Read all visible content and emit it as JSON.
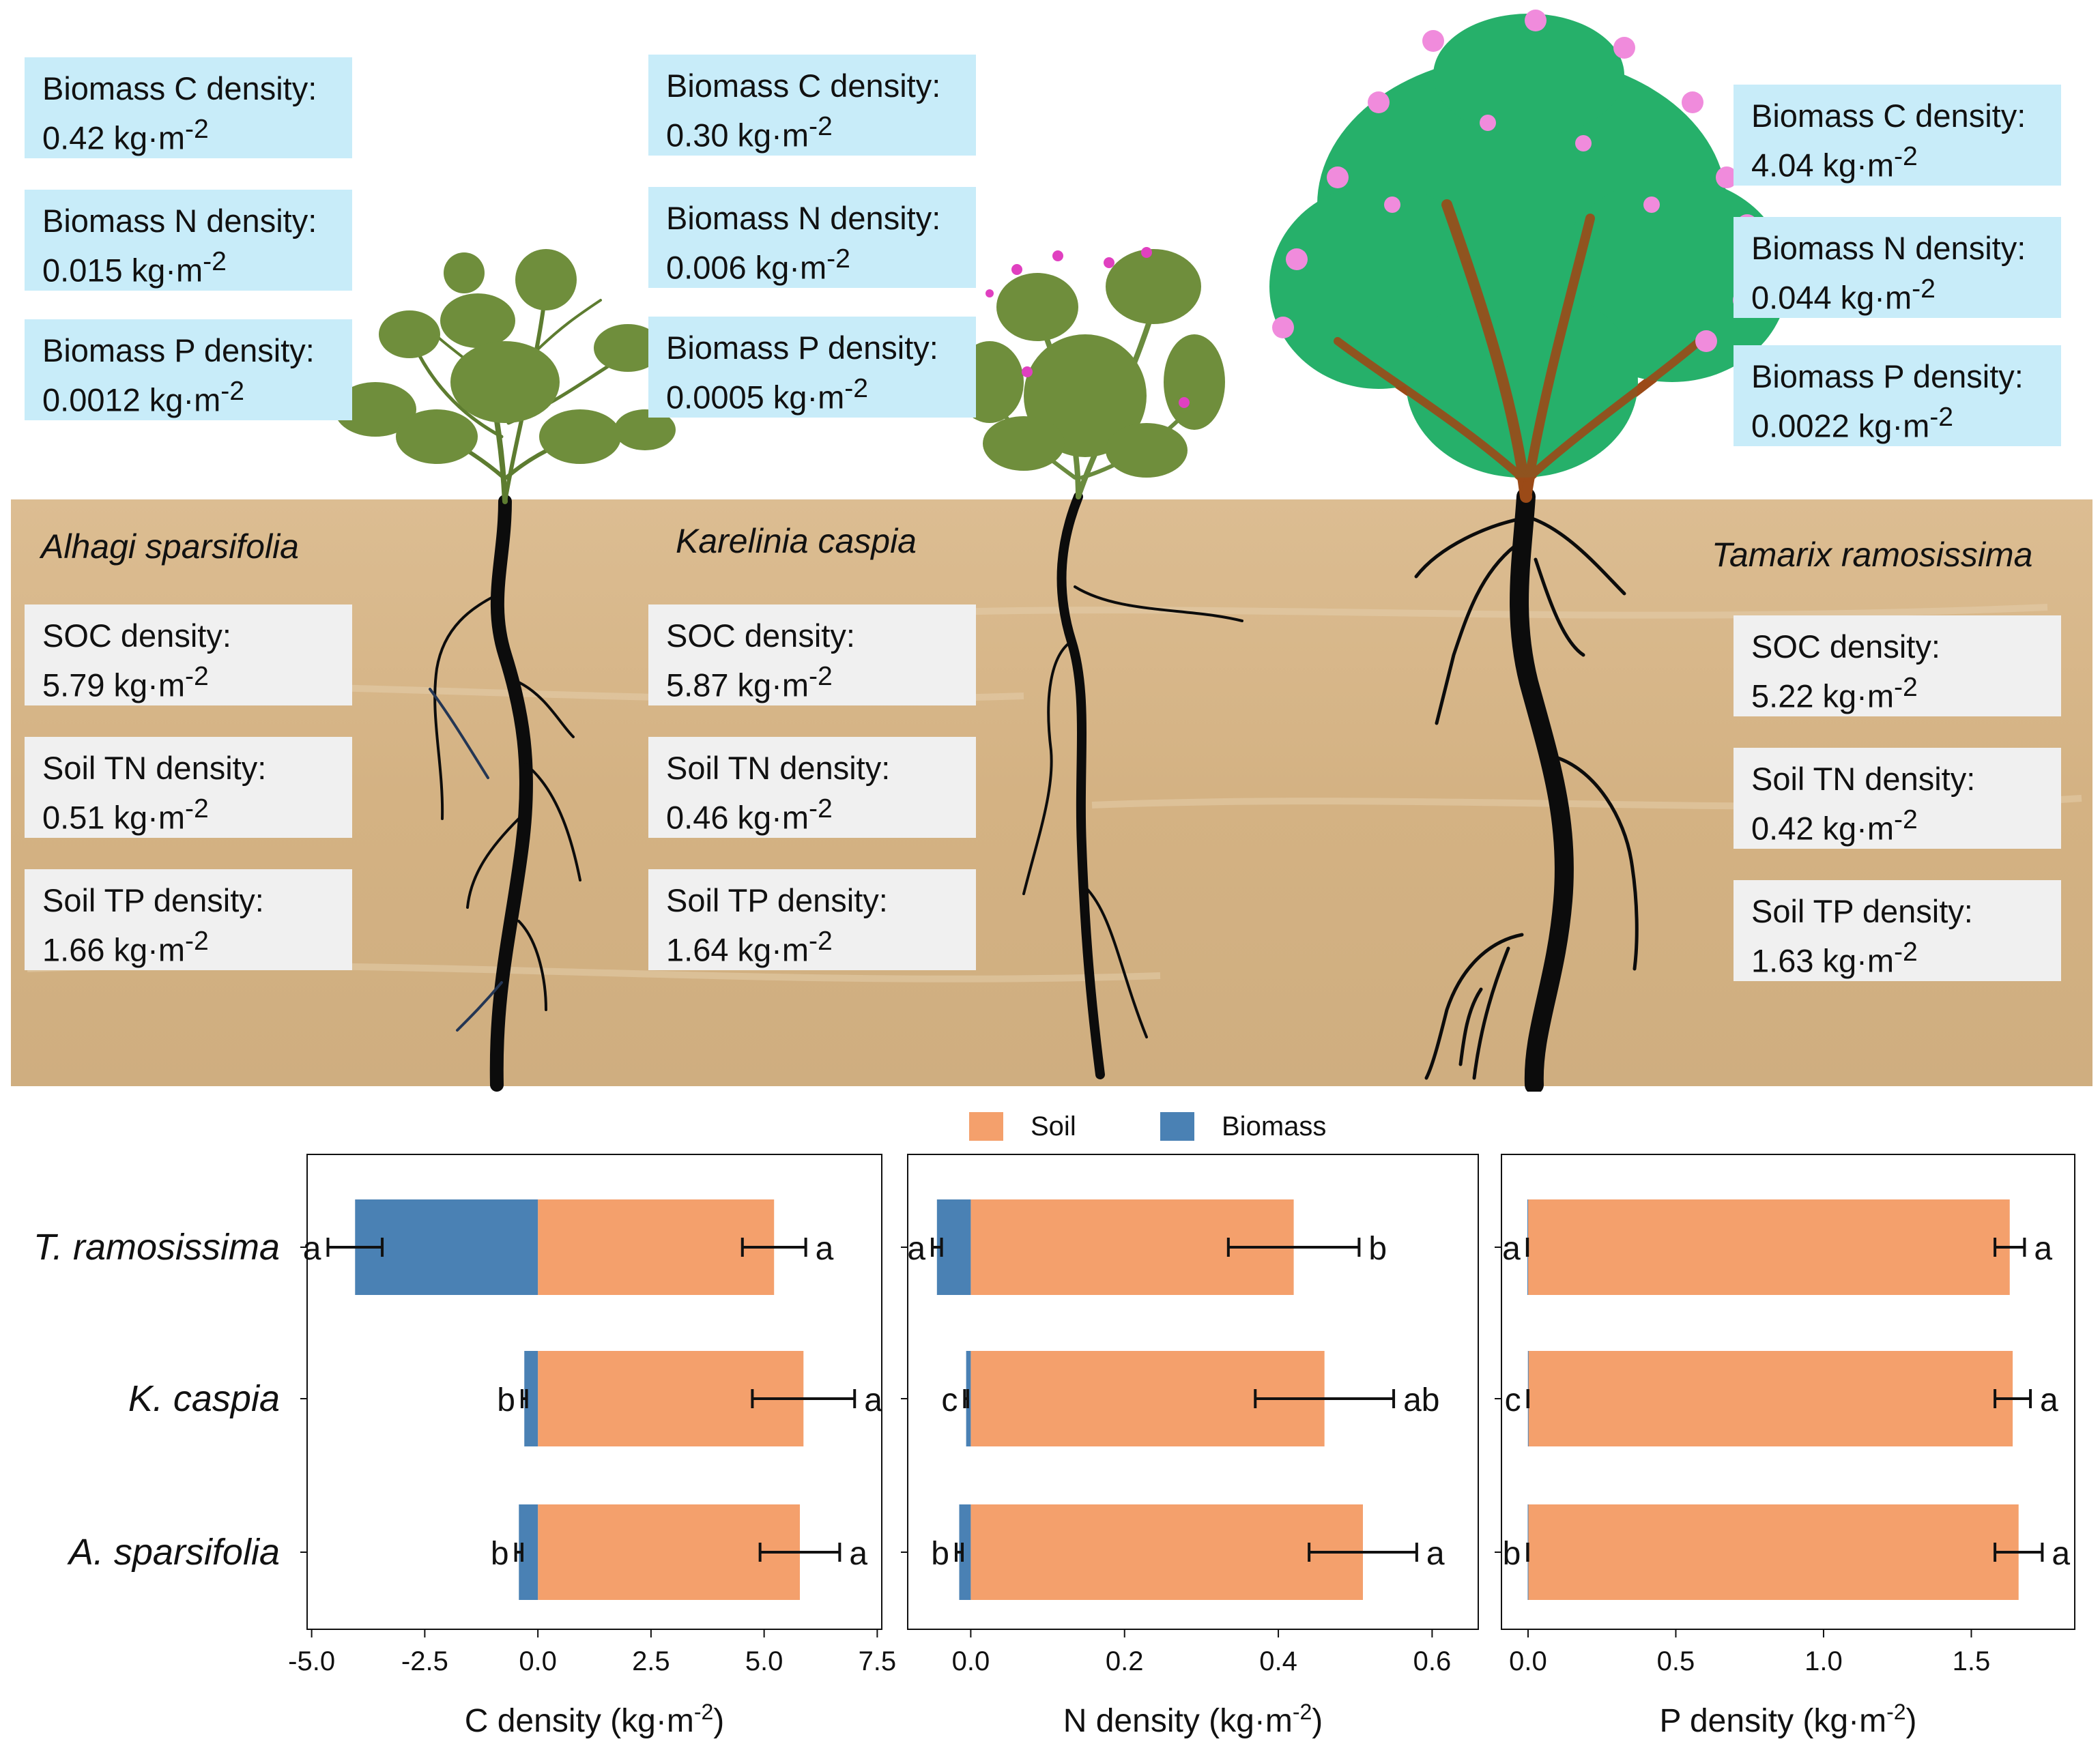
{
  "species": [
    {
      "name": "Alhagi sparsifolia",
      "biomass": [
        {
          "label": "Biomass C density:",
          "value": "0.42 kg·m",
          "exp": "-2"
        },
        {
          "label": "Biomass N density:",
          "value": "0.015 kg·m",
          "exp": "-2"
        },
        {
          "label": "Biomass P density:",
          "value": "0.0012 kg·m",
          "exp": "-2"
        }
      ],
      "soil": [
        {
          "label": "SOC density:",
          "value": "5.79 kg·m",
          "exp": "-2"
        },
        {
          "label": "Soil TN density:",
          "value": "0.51 kg·m",
          "exp": "-2"
        },
        {
          "label": "Soil TP density:",
          "value": "1.66 kg·m",
          "exp": "-2"
        }
      ]
    },
    {
      "name": "Karelinia caspia",
      "biomass": [
        {
          "label": "Biomass C density:",
          "value": "0.30 kg·m",
          "exp": "-2"
        },
        {
          "label": "Biomass N density:",
          "value": "0.006 kg·m",
          "exp": "-2"
        },
        {
          "label": "Biomass P density:",
          "value": "0.0005 kg·m",
          "exp": "-2"
        }
      ],
      "soil": [
        {
          "label": "SOC density:",
          "value": "5.87 kg·m",
          "exp": "-2"
        },
        {
          "label": "Soil TN density:",
          "value": "0.46 kg·m",
          "exp": "-2"
        },
        {
          "label": "Soil TP density:",
          "value": "1.64 kg·m",
          "exp": "-2"
        }
      ]
    },
    {
      "name": "Tamarix ramosissima",
      "biomass": [
        {
          "label": "Biomass C density:",
          "value": "4.04 kg·m",
          "exp": "-2"
        },
        {
          "label": "Biomass N density:",
          "value": "0.044 kg·m",
          "exp": "-2"
        },
        {
          "label": "Biomass P density:",
          "value": "0.0022 kg·m",
          "exp": "-2"
        }
      ],
      "soil": [
        {
          "label": "SOC density:",
          "value": "5.22 kg·m",
          "exp": "-2"
        },
        {
          "label": "Soil TN density:",
          "value": "0.42 kg·m",
          "exp": "-2"
        },
        {
          "label": "Soil TP density:",
          "value": "1.63 kg·m",
          "exp": "-2"
        }
      ]
    }
  ],
  "colors": {
    "soil": "#f4a06c",
    "biomass": "#4a81b4",
    "ground": "#d8b88c",
    "label_box_biomass": "#c8ecf9",
    "label_box_soil": "#f0f0f0"
  },
  "chart_data": {
    "type": "bar",
    "orientation": "horizontal",
    "stacked": "diverging",
    "categories": [
      "T. ramosissima",
      "K. caspia",
      "A. sparsifolia"
    ],
    "legend": [
      "Soil",
      "Biomass"
    ],
    "legend_position": "top",
    "grid": false,
    "panels": [
      {
        "xlabel": "C density",
        "xlabel_unit": "(kg·m",
        "xlabel_exp": "-2",
        "xlim": [
          -5.1,
          7.6
        ],
        "ticks": [
          -5.0,
          -2.5,
          0.0,
          2.5,
          5.0,
          7.5
        ],
        "tick_labels": [
          "-5.0",
          "-2.5",
          "0.0",
          "2.5",
          "5.0",
          "7.5"
        ],
        "series": [
          {
            "name": "Soil",
            "values": [
              5.22,
              5.87,
              5.79
            ],
            "err": [
              0.7,
              1.13,
              0.88
            ],
            "letters": [
              "a",
              "a",
              "a"
            ]
          },
          {
            "name": "Biomass",
            "values": [
              -4.04,
              -0.3,
              -0.42
            ],
            "err": [
              0.6,
              0.05,
              0.07
            ],
            "letters": [
              "a",
              "b",
              "b"
            ]
          }
        ]
      },
      {
        "xlabel": "N density",
        "xlabel_unit": "(kg·m",
        "xlabel_exp": "-2",
        "xlim": [
          -0.082,
          0.66
        ],
        "ticks": [
          0.0,
          0.2,
          0.4,
          0.6
        ],
        "tick_labels": [
          "0.0",
          "0.2",
          "0.4",
          "0.6"
        ],
        "series": [
          {
            "name": "Soil",
            "values": [
              0.42,
              0.46,
              0.51
            ],
            "err": [
              0.085,
              0.09,
              0.07
            ],
            "letters": [
              "b",
              "ab",
              "a"
            ]
          },
          {
            "name": "Biomass",
            "values": [
              -0.044,
              -0.006,
              -0.015
            ],
            "err": [
              0.006,
              0.002,
              0.004
            ],
            "letters": [
              "a",
              "c",
              "b"
            ]
          }
        ]
      },
      {
        "xlabel": "P density",
        "xlabel_unit": "(kg·m",
        "xlabel_exp": "-2",
        "xlim": [
          -0.09,
          1.85
        ],
        "ticks": [
          0.0,
          0.5,
          1.0,
          1.5
        ],
        "tick_labels": [
          "0.0",
          "0.5",
          "1.0",
          "1.5"
        ],
        "series": [
          {
            "name": "Soil",
            "values": [
              1.63,
              1.64,
              1.66
            ],
            "err": [
              0.05,
              0.06,
              0.08
            ],
            "letters": [
              "a",
              "a",
              "a"
            ]
          },
          {
            "name": "Biomass",
            "values": [
              -0.0022,
              -0.0005,
              -0.0012
            ],
            "err": [
              0.0004,
              0.0002,
              0.0003
            ],
            "letters": [
              "a",
              "c",
              "b"
            ]
          }
        ]
      }
    ]
  }
}
